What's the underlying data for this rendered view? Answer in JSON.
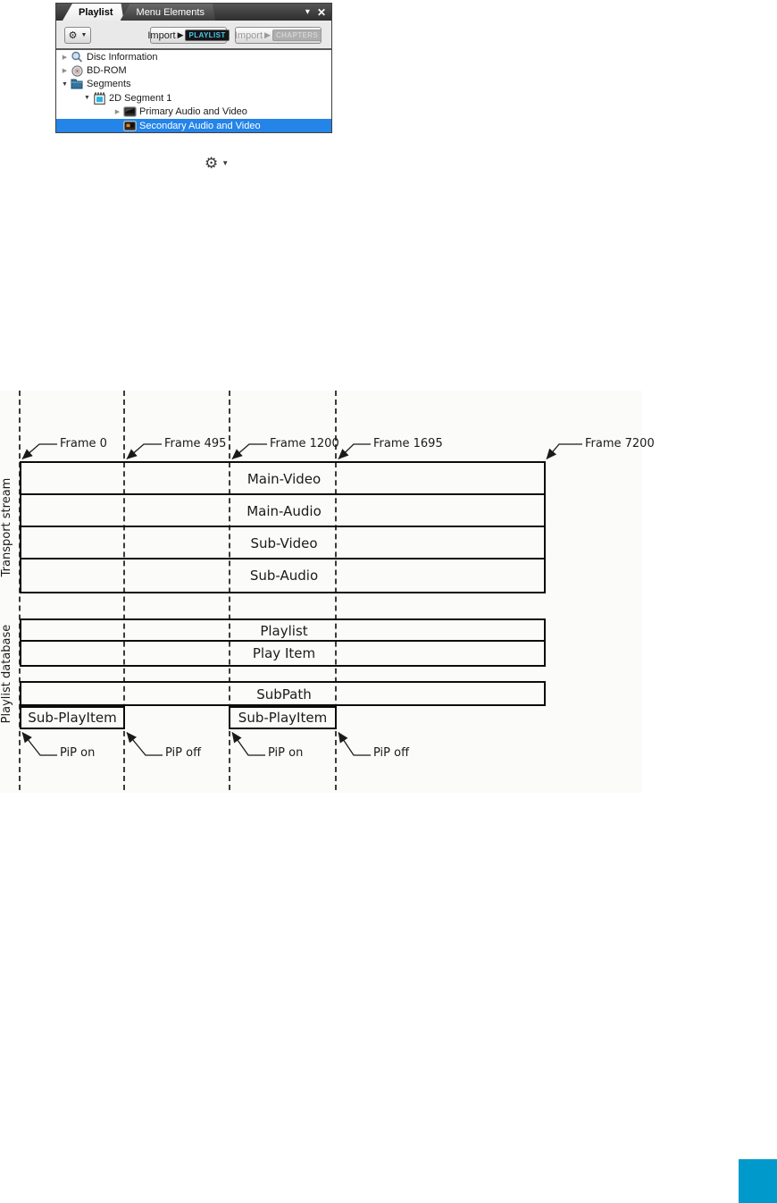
{
  "panel": {
    "tabs": [
      {
        "label": "Playlist"
      },
      {
        "label": "Menu Elements"
      }
    ],
    "controls": {
      "menu_caret": "▾",
      "close": "✕"
    },
    "toolbar": {
      "buttons": [
        {
          "text": "Import",
          "badge": "PLAYLIST"
        },
        {
          "text": "Import",
          "badge": "CHAPTERS"
        }
      ]
    },
    "tree": [
      {
        "label": "Disc Information"
      },
      {
        "label": "BD-ROM"
      },
      {
        "label": "Segments"
      },
      {
        "label": "2D Segment 1"
      },
      {
        "label": "Primary Audio and Video"
      },
      {
        "label": "Secondary Audio and Video"
      }
    ]
  },
  "icons": {
    "gear": "⚙",
    "caret_small": "▼",
    "tab_caret": "▾",
    "close": "✕",
    "play": "▶",
    "collapsed": "▶",
    "expanded": "▼"
  },
  "diagram": {
    "frame_labels": [
      "Frame 0",
      "Frame 495",
      "Frame 1200",
      "Frame 1695",
      "Frame 7200"
    ],
    "transport_stream": {
      "label": "Transport stream",
      "rows": [
        "Main-Video",
        "Main-Audio",
        "Sub-Video",
        "Sub-Audio"
      ]
    },
    "playlist_database": {
      "label": "Playlist database",
      "playlist_row": "Playlist",
      "playitem_row": "Play Item",
      "subpath_row": "SubPath",
      "sub_playitem_1": "Sub-PlayItem",
      "sub_playitem_2": "Sub-PlayItem",
      "pip_labels": [
        "PiP on",
        "PiP off",
        "PiP on",
        "PiP off"
      ]
    }
  },
  "colors": {
    "selection_blue": "#2484e8",
    "badge_cyan": "#4cc8f2",
    "page_marker_blue": "#0099cc"
  }
}
